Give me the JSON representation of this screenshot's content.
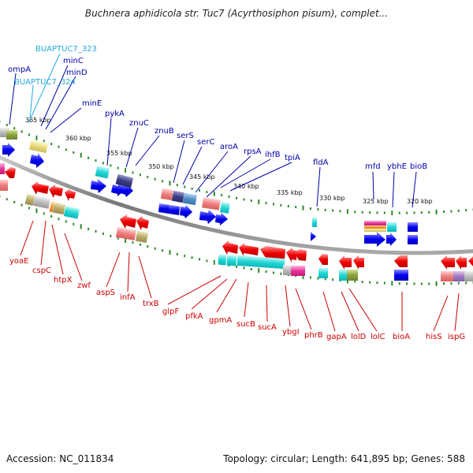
{
  "title": "Buchnera aphidicola str. Tuc7 (Acyrthosiphon pisum), complet...",
  "footer": {
    "accession": "Accession: NC_011834",
    "summary": "Topology: circular; Length: 641,895 bp; Genes: 588"
  },
  "colors": {
    "backbone": "#8a8a8a",
    "tick": "#2a8a2a",
    "forward_label": "#0000aa",
    "reverse_label": "#cc0000",
    "cyan_label": "#22aadd",
    "forward_gene": "#0000ee",
    "reverse_gene": "#ee0000"
  },
  "ticks": [
    "365 kbp",
    "360 kbp",
    "355 kbp",
    "350 kbp",
    "345 kbp",
    "340 kbp",
    "335 kbp",
    "330 kbp",
    "325 kbp",
    "320 kbp"
  ],
  "forward_labels": [
    "ompA",
    "BUAPTUC7_323",
    "BUAPTUC7_324",
    "minC",
    "minD",
    "minE",
    "pykA",
    "znuC",
    "znuB",
    "serS",
    "serC",
    "aroA",
    "rpsA",
    "ihfB",
    "tpiA",
    "fldA",
    "mfd",
    "ybhE",
    "bioB"
  ],
  "reverse_labels": [
    "yoaE",
    "cspC",
    "htpX",
    "zwf",
    "aspS",
    "infA",
    "trxB",
    "glpF",
    "pfkA",
    "gpmA",
    "sucB",
    "sucA",
    "ybgI",
    "phrB",
    "gapA",
    "lolD",
    "lolC",
    "bioA",
    "hisS",
    "ispG"
  ]
}
